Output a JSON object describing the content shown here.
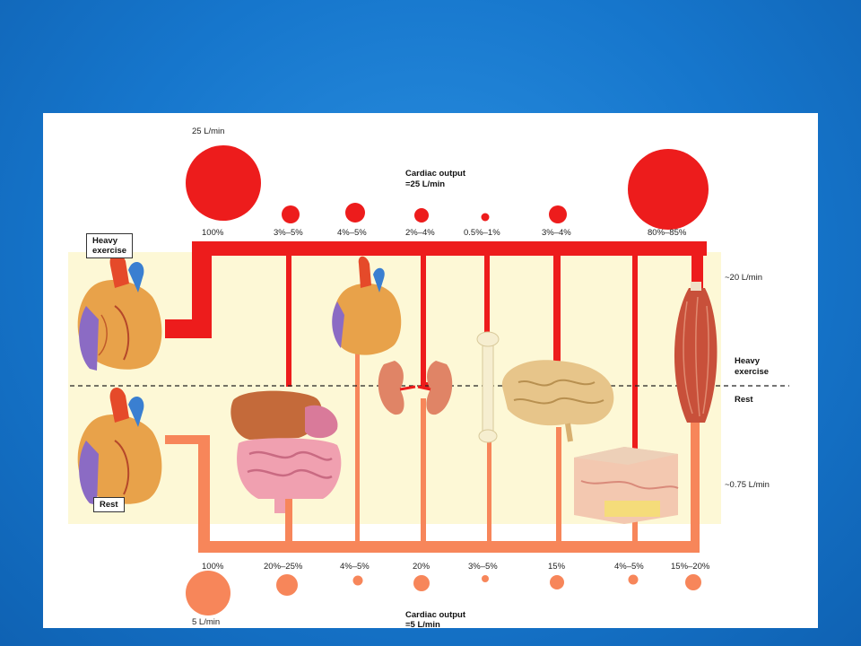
{
  "heavy": {
    "total_label": "25 L/min",
    "cardiac_output": [
      "Cardiac output",
      "=25 L/min"
    ],
    "box_label": [
      "Heavy",
      "exercise"
    ],
    "flow_label": "~20 L/min",
    "percents": [
      "100%",
      "3%–5%",
      "4%–5%",
      "2%–4%",
      "0.5%–1%",
      "3%–4%",
      "80%–85%"
    ]
  },
  "rest": {
    "total_label": "5 L/min",
    "cardiac_output": [
      "Cardiac output",
      "=5 L/min"
    ],
    "box_label": "Rest",
    "flow_label": "~0.75 L/min",
    "percents": [
      "100%",
      "20%–25%",
      "4%–5%",
      "20%",
      "3%–5%",
      "15%",
      "4%–5%",
      "15%–20%"
    ]
  },
  "divider": {
    "upper": [
      "Heavy",
      "exercise"
    ],
    "lower": "Rest"
  },
  "colors": {
    "heavy_flow": "#ed1c1c",
    "rest_flow": "#f7865a",
    "zone_fill": "#fdf8d6",
    "background": "#1676cc"
  },
  "organs": [
    "heart-heavy-icon",
    "heart-rest-icon",
    "heart-icon",
    "liver-intestine-icon",
    "kidney-icon",
    "bone-icon",
    "brain-icon",
    "skin-icon",
    "muscle-icon"
  ]
}
